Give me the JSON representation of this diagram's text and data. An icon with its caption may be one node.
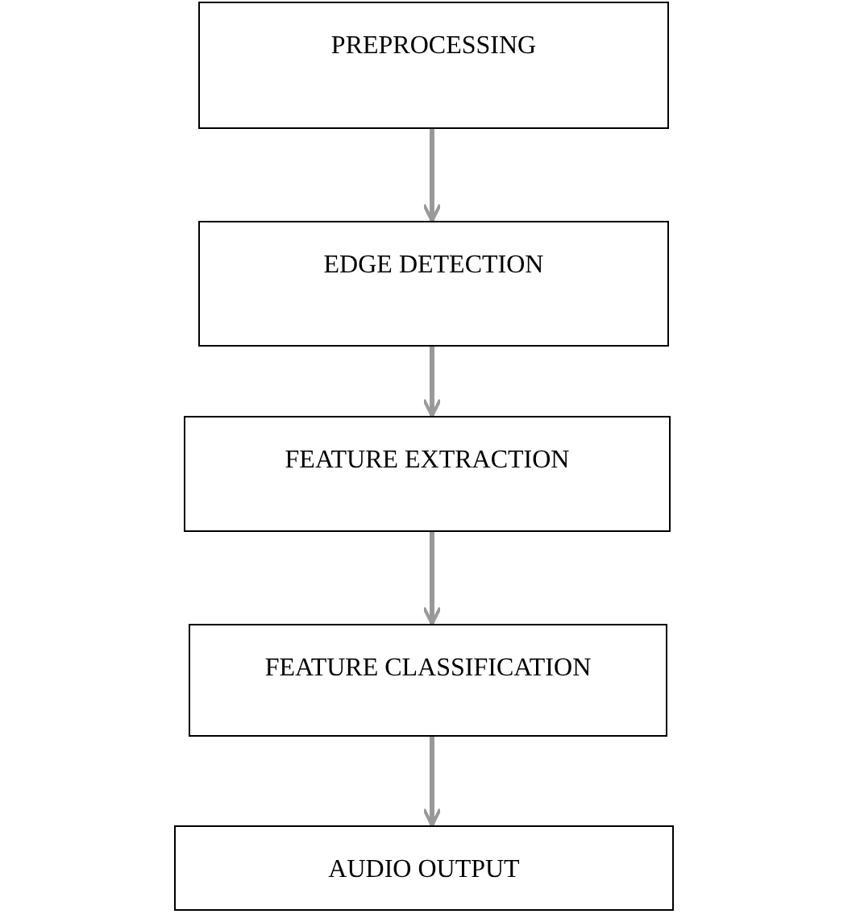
{
  "diagram": {
    "nodes": [
      {
        "text": [
          "PREPROCESSING"
        ]
      },
      {
        "text": [
          "EDGE DETECTION"
        ]
      },
      {
        "text": [
          "FEATURE EXTRACTION"
        ]
      },
      {
        "text": [
          "FEATURE CLASSIFICATION"
        ]
      },
      {
        "text": [
          "AUDIO OUTPUT"
        ]
      }
    ],
    "edges": [
      {
        "from": 0,
        "to": 1,
        "arrow": "to"
      },
      {
        "from": 1,
        "to": 2,
        "arrow": "to"
      },
      {
        "from": 2,
        "to": 3,
        "arrow": "to"
      },
      {
        "from": 3,
        "to": 4,
        "arrow": "to"
      }
    ]
  }
}
